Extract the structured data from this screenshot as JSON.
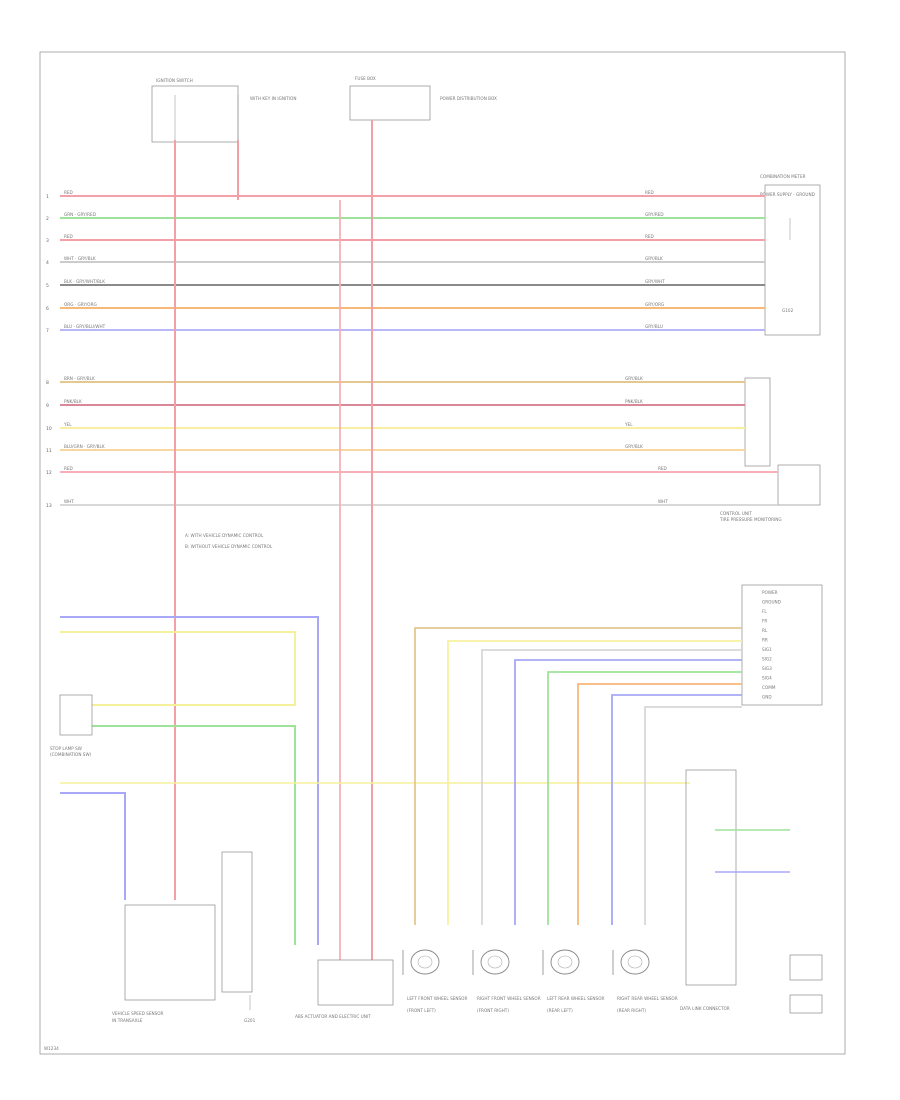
{
  "wires": [
    {
      "id": "w1",
      "color": "#f4a0a8",
      "label": "RED",
      "label_r": "RED"
    },
    {
      "id": "w2",
      "color": "#9fe39a",
      "label": "GRN · GRY/RED",
      "label_r": "GRY/RED"
    },
    {
      "id": "w3",
      "color": "#f4a0a8",
      "label": "RED",
      "label_r": "RED"
    },
    {
      "id": "w4",
      "color": "#cccccc",
      "label": "WHT · GRY/BLK",
      "label_r": "GRY/BLK"
    },
    {
      "id": "w5",
      "color": "#8a8a8a",
      "label": "BLK · GRY/WHT/BLK",
      "label_r": "GRY/WHT"
    },
    {
      "id": "w6",
      "color": "#f8b878",
      "label": "ORG · GRY/ORG",
      "label_r": "GRY/ORG"
    },
    {
      "id": "w7",
      "color": "#b8b8f8",
      "label": "BLU · GRY/BLU/WHT",
      "label_r": "GRY/BLU"
    },
    {
      "id": "w8",
      "color": "#e4c890",
      "label": "BRN · GRY/BLK",
      "label_r": "GRY/BLK"
    },
    {
      "id": "w9",
      "color": "#d88898",
      "label": "PNK/BLK",
      "label_r": "PNK/BLK"
    },
    {
      "id": "w10",
      "color": "#f8f0a0",
      "label": "YEL",
      "label_r": "YEL"
    },
    {
      "id": "w11",
      "color": "#f8d8a0",
      "label": "BLU/GRN · GRY/BLK",
      "label_r": "GRY/BLK"
    },
    {
      "id": "w12",
      "color": "#f8b0b8",
      "label": "RED",
      "label_r": "RED"
    },
    {
      "id": "w13",
      "color": "#d8d8d8",
      "label": "WHT",
      "label_r": "WHT"
    }
  ],
  "components": {
    "ignition": {
      "title": "IGNITION SWITCH",
      "note": "WITH KEY IN IGNITION"
    },
    "fuse": {
      "title": "FUSE BOX",
      "note": "POWER DISTRIBUTION BOX"
    },
    "gauge": {
      "title": "COMBINATION METER",
      "note": "POWER SUPPLY · GROUND"
    },
    "ctrl": {
      "title": "CONTROL UNIT",
      "note": "TIRE PRESSURE MONITORING"
    },
    "ctrl_pins": [
      "POWER",
      "GROUND",
      "FL",
      "FR",
      "RL",
      "RR",
      "SIG1",
      "SIG2",
      "SIG3",
      "SIG4",
      "COMM",
      "GND"
    ],
    "stop_lamp": {
      "title": "STOP LAMP SW",
      "note": "(COMBINATION SW)"
    },
    "vss": {
      "title": "VEHICLE SPEED SENSOR",
      "note": "IN TRANSAXLE"
    },
    "abs": {
      "title": "ABS ACTUATOR AND ELECTRIC UNIT"
    },
    "dlc": {
      "title": "DATA LINK CONNECTOR"
    },
    "grounds": [
      "G201",
      "G102"
    ]
  },
  "legend": [
    "A: WITH VEHICLE DYNAMIC CONTROL",
    "B: WITHOUT VEHICLE DYNAMIC CONTROL"
  ],
  "sensors": [
    {
      "title": "LEFT FRONT WHEEL SENSOR",
      "note": "(FRONT LEFT)"
    },
    {
      "title": "RIGHT FRONT WHEEL SENSOR",
      "note": "(FRONT RIGHT)"
    },
    {
      "title": "LEFT REAR WHEEL SENSOR",
      "note": "(REAR LEFT)"
    },
    {
      "title": "RIGHT REAR WHEEL SENSOR",
      "note": "(REAR RIGHT)"
    }
  ],
  "footer_code": "W1234",
  "colors": {
    "red": "#f2a0a8",
    "green": "#9fe39a",
    "yellow": "#f5f09a",
    "blue": "#a8a8f6",
    "orange": "#f8b878",
    "gray": "#8a8a8a"
  }
}
